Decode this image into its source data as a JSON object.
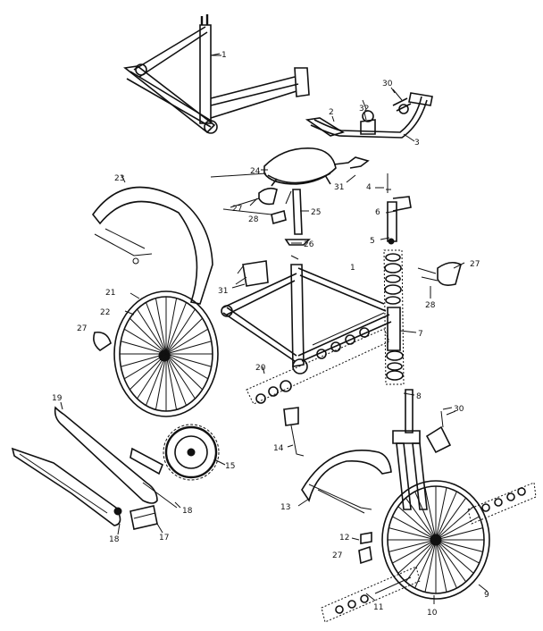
{
  "diagram": {
    "title": "",
    "parts": [
      {
        "id": "1-top",
        "label": "1"
      },
      {
        "id": "1-mid",
        "label": "1"
      },
      {
        "id": "2",
        "label": "2"
      },
      {
        "id": "3",
        "label": "3"
      },
      {
        "id": "4",
        "label": "4"
      },
      {
        "id": "5",
        "label": "5"
      },
      {
        "id": "6",
        "label": "6"
      },
      {
        "id": "7",
        "label": "7"
      },
      {
        "id": "8",
        "label": "8"
      },
      {
        "id": "9",
        "label": "9"
      },
      {
        "id": "10",
        "label": "10"
      },
      {
        "id": "11",
        "label": "11"
      },
      {
        "id": "12",
        "label": "12"
      },
      {
        "id": "13",
        "label": "13"
      },
      {
        "id": "14",
        "label": "14"
      },
      {
        "id": "15",
        "label": "15"
      },
      {
        "id": "17",
        "label": "17"
      },
      {
        "id": "18-left",
        "label": "18"
      },
      {
        "id": "18-right",
        "label": "18"
      },
      {
        "id": "19",
        "label": "19"
      },
      {
        "id": "20",
        "label": "20"
      },
      {
        "id": "21",
        "label": "21"
      },
      {
        "id": "22",
        "label": "22"
      },
      {
        "id": "23",
        "label": "23"
      },
      {
        "id": "24",
        "label": "24"
      },
      {
        "id": "25",
        "label": "25"
      },
      {
        "id": "26",
        "label": "26"
      },
      {
        "id": "27-seat",
        "label": "27"
      },
      {
        "id": "27-right",
        "label": "27"
      },
      {
        "id": "27-left",
        "label": "27"
      },
      {
        "id": "27-bottom",
        "label": "27"
      },
      {
        "id": "28-seat",
        "label": "28"
      },
      {
        "id": "28-right",
        "label": "28"
      },
      {
        "id": "30-top",
        "label": "30"
      },
      {
        "id": "30-mid",
        "label": "30"
      },
      {
        "id": "31-seat",
        "label": "31"
      },
      {
        "id": "31-left",
        "label": "31"
      },
      {
        "id": "32",
        "label": "32"
      }
    ]
  }
}
